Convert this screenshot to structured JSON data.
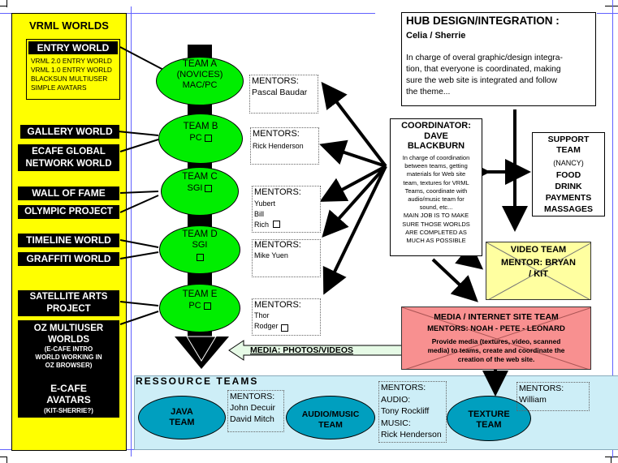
{
  "vrml": {
    "title": "VRML WORLDS",
    "entry_world": "ENTRY  WORLD",
    "entry_details": "VRML 2.0 ENTRY WORLD\nVRML 1.0 ENTRY WORLD\nBLACKSUN MULTIUSER\nSIMPLE AVATARS",
    "gallery": "GALLERY WORLD",
    "ecafe": "ECAFE GLOBAL\nNETWORK  WORLD",
    "wall": "WALL OF FAME",
    "olympic": "OLYMPIC PROJECT",
    "timeline": "TIMELINE WORLD",
    "graffiti": "GRAFFITI WORLD",
    "satellite": "SATELLITE ARTS\nPROJECT",
    "oz_title": "OZ MULTIUSER\nWORLDS",
    "oz_sub": "(E-CAFE INTRO\nWORLD WORKING IN\nOZ BROWSER)",
    "avatars": "E-CAFE\nAVATARS",
    "avatars_sub": "(KIT-SHERRIE?)"
  },
  "teams": [
    {
      "name": "TEAM A",
      "sub": "(NOVICES)\nMAC/PC",
      "mentors_label": "MENTORS:",
      "mentors": "Pascal Baudar"
    },
    {
      "name": "TEAM B",
      "sub": "PC",
      "mentors_label": "MENTORS:",
      "mentors": "Rick Henderson"
    },
    {
      "name": "TEAM C",
      "sub": "SGI",
      "mentors_label": "MENTORS:",
      "mentors": "Yubert\nBill\nRich"
    },
    {
      "name": "TEAM D",
      "sub": "SGI",
      "mentors_label": "MENTORS:",
      "mentors": "Mike Yuen"
    },
    {
      "name": "TEAM E",
      "sub": "PC",
      "mentors_label": "MENTORS:",
      "mentors": "Thor\nRodger"
    }
  ],
  "hub": {
    "title": "HUB DESIGN/INTEGRATION :",
    "names": "Celia / Sherrie",
    "desc": "In charge of overal graphic/design integra-\ntion, that everyone is coordinated, making\nsure the web site is integrated and follow\nthe theme..."
  },
  "coordinator": {
    "title": "COORDINATOR:\nDAVE\nBLACKBURN",
    "desc": "In charge of coordination\nbetween teams, getting\nmaterials for Web site\nteam, textures for VRML\nTeams, coordinate with\naudio/music team for\nsound, etc...\nMAIN JOB IS TO MAKE\nSURE THOSE WORLDS\nARE COMPLETED AS\nMUCH AS POSSIBLE"
  },
  "support": {
    "title": "SUPPORT\nTEAM",
    "name": "(NANCY)",
    "items": "FOOD\nDRINK\nPAYMENTS\nMASSAGES"
  },
  "video": {
    "title": "VIDEO TEAM",
    "mentor": "MENTOR:  BRYAN\n/ KIT"
  },
  "media": {
    "title": "MEDIA / INTERNET SITE TEAM",
    "mentors": "MENTORS:  NOAH - PETE - LEONARD",
    "desc": "Provide media (textures, video, scanned\nmedia) to teams, create and coordinate the\ncreation of the web site."
  },
  "media_arrow_label": "MEDIA: PHOTOS/VIDEOS",
  "resources": {
    "title": "RESSOURCE TEAMS",
    "java": "JAVA\nTEAM",
    "java_mentors": "MENTORS:\nJohn Decuir\nDavid Mitch",
    "audio": "AUDIO/MUSIC\nTEAM",
    "audio_mentors": "MENTORS:\nAUDIO:\nTony Rockliff\nMUSIC:\nRick Henderson",
    "texture": "TEXTURE\nTEAM",
    "texture_mentors": "MENTORS:\nWilliam"
  },
  "colors": {
    "vrml_panel": "#ffff00",
    "team_fill": "#00ee00",
    "resource_fill": "#009fbf",
    "resource_panel": "#cdeef7",
    "media_fill": "#f89090",
    "video_fill": "#ffffa0"
  }
}
